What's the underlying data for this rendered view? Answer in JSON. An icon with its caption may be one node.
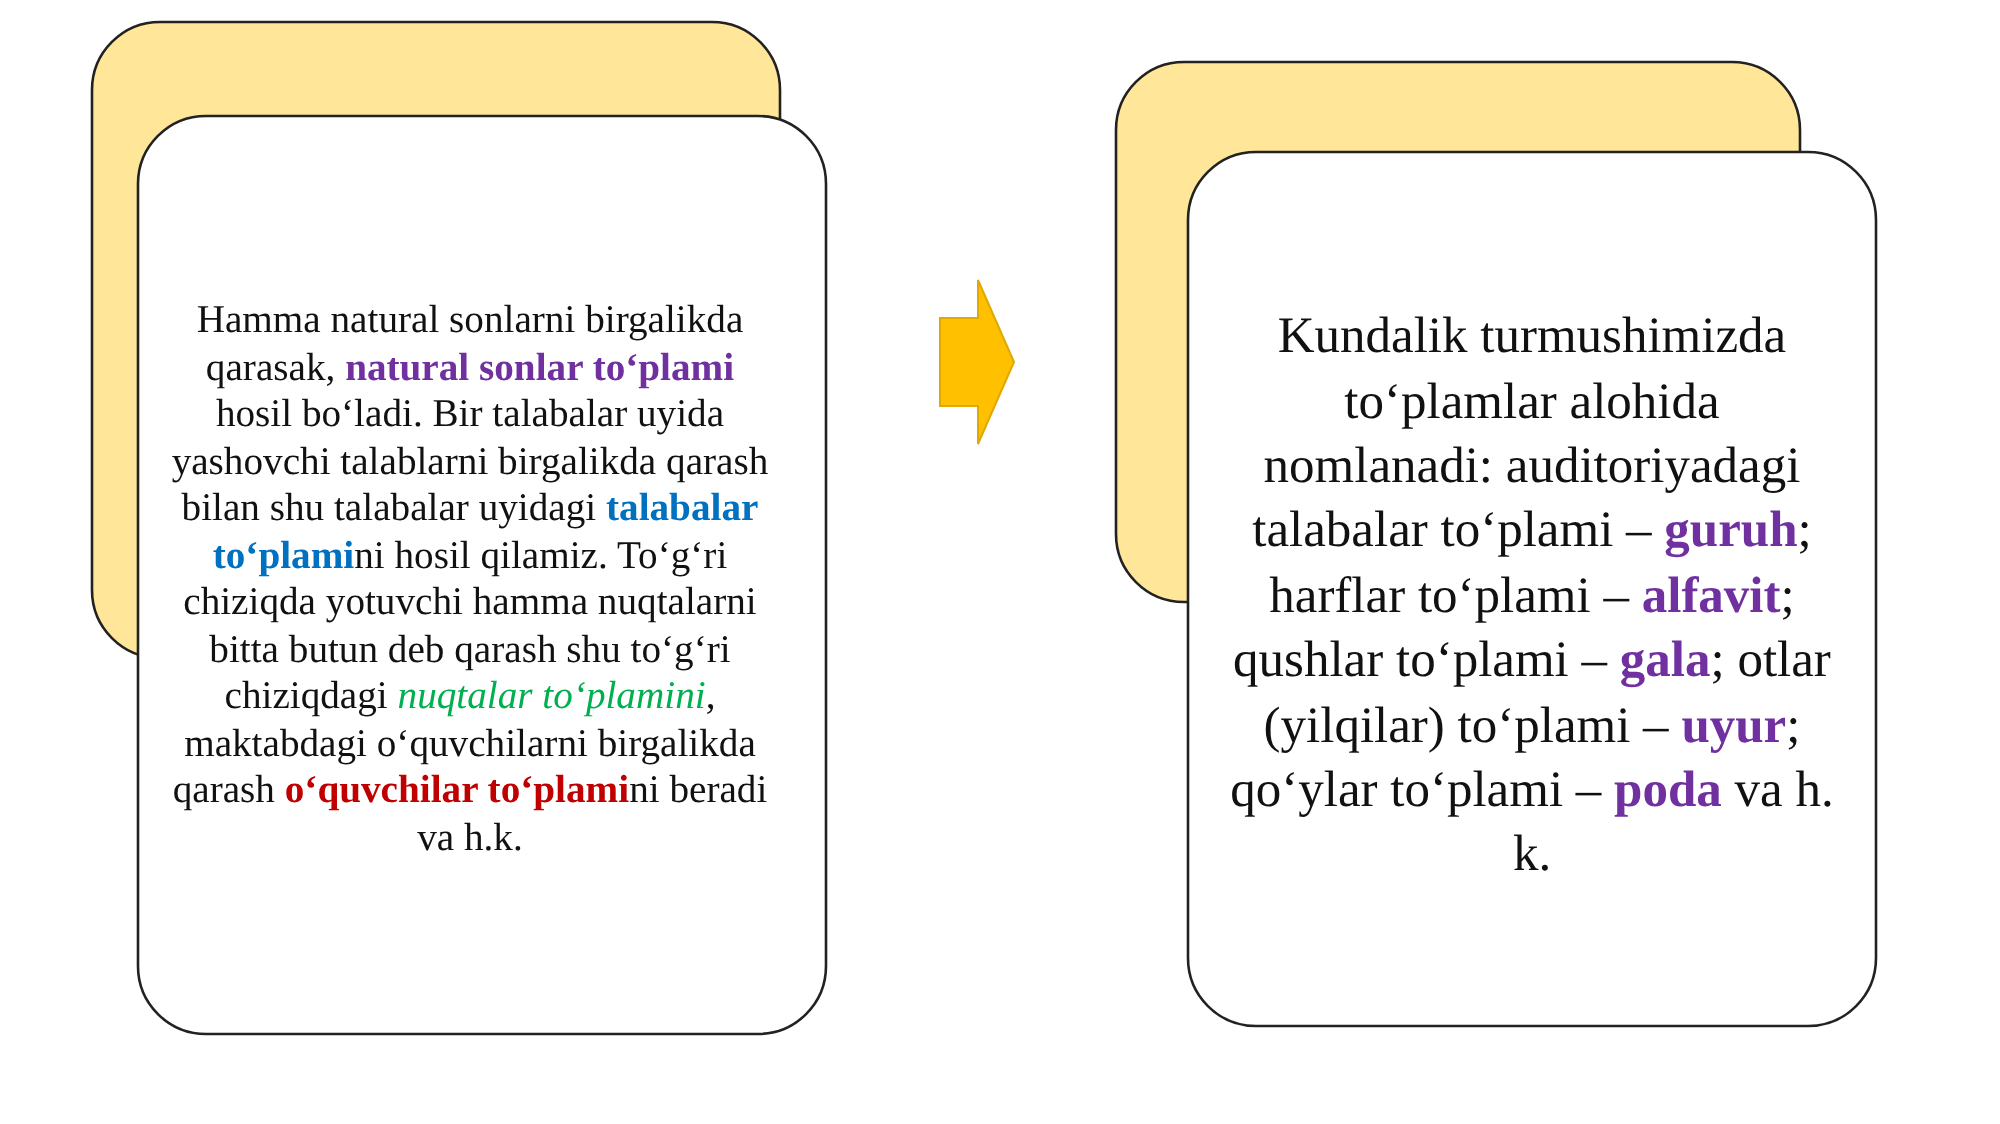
{
  "diagram": {
    "nodes": [
      {
        "text": [
          "Hamma natural sonlarni birgalikda qarasak, **natural sonlar to‘plami** hosil bo‘ladi. Bir talabalar uyida yashovchi talablarni birgalikda qarash bilan shu talabalar uyidagi **talabalar to‘plami**ni hosil qilamiz. To‘g‘ri chiziqda yotuvchi hamma nuqtalarni bitta butun deb qarash shu to‘g‘ri chiziqdagi *nuqtalar to‘plamini*, maktabdagi o‘quvchilarni birgalikda qarash **o‘quvchilar to‘plami**ni beradi va h.k."
        ]
      },
      {
        "text": [
          "Kundalik turmushimizda to‘plamlar alohida nomlanadi: auditoriyadagi talabalar to‘plami – **guruh**; harflar to‘plami – **alfavit**; qushlar to‘plami – **gala**; otlar (yilqilar) to‘plami – **uyur**; qo‘ylar to‘plami – **poda** va h. k."
        ]
      }
    ],
    "edges": [
      {
        "from": 0,
        "to": 1,
        "arrow": "to",
        "style": "thick"
      }
    ]
  }
}
